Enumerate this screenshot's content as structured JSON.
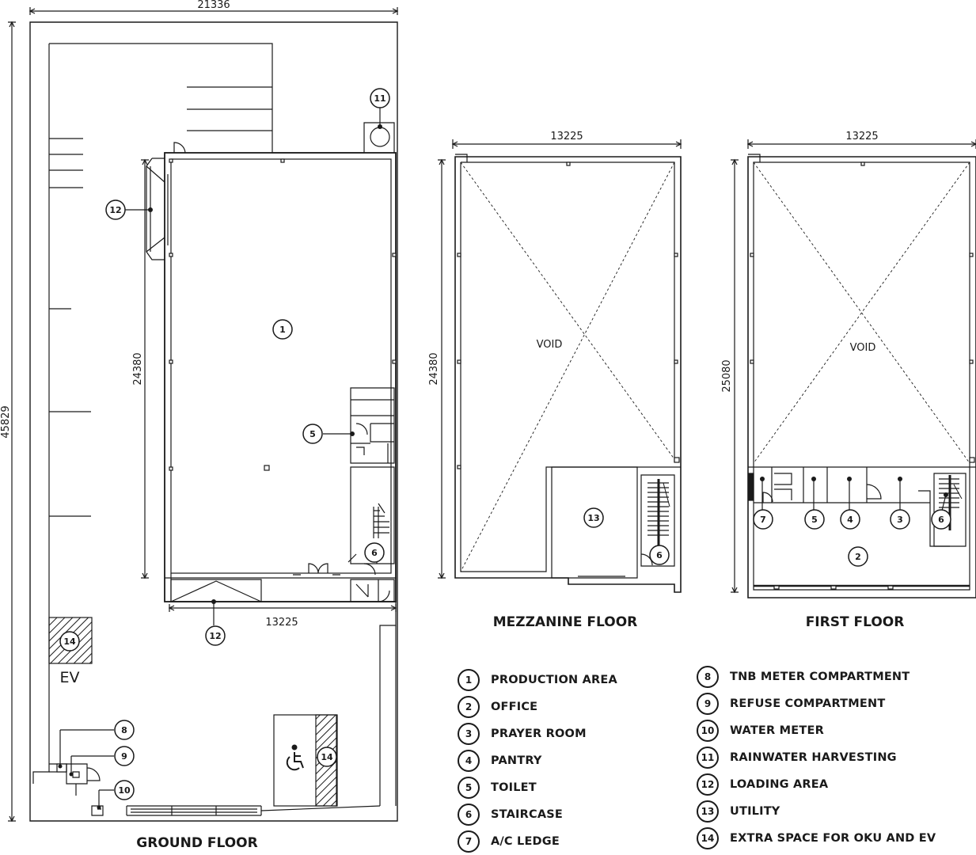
{
  "dimensions": {
    "ground_width": "21336",
    "ground_length": "45829",
    "ground_inner_length": "24380",
    "ground_bottom_width": "13225",
    "mezz_width": "13225",
    "mezz_length": "24380",
    "first_width": "13225",
    "first_length": "25080"
  },
  "floors": {
    "ground": "GROUND FLOOR",
    "mezzanine": "MEZZANINE FLOOR",
    "first": "FIRST FLOOR"
  },
  "labels": {
    "void": "VOID",
    "ev": "EV"
  },
  "tags": {
    "t1": "1",
    "t2": "2",
    "t3": "3",
    "t4": "4",
    "t5": "5",
    "t6": "6",
    "t7": "7",
    "t8": "8",
    "t9": "9",
    "t10": "10",
    "t11": "11",
    "t12": "12",
    "t13": "13",
    "t14": "14"
  },
  "legend": [
    {
      "num": "1",
      "label": "PRODUCTION AREA"
    },
    {
      "num": "2",
      "label": "OFFICE"
    },
    {
      "num": "3",
      "label": "PRAYER ROOM"
    },
    {
      "num": "4",
      "label": "PANTRY"
    },
    {
      "num": "5",
      "label": "TOILET"
    },
    {
      "num": "6",
      "label": "STAIRCASE"
    },
    {
      "num": "7",
      "label": "A/C LEDGE"
    },
    {
      "num": "8",
      "label": "TNB METER COMPARTMENT"
    },
    {
      "num": "9",
      "label": "REFUSE COMPARTMENT"
    },
    {
      "num": "10",
      "label": "WATER METER"
    },
    {
      "num": "11",
      "label": "RAINWATER HARVESTING"
    },
    {
      "num": "12",
      "label": "LOADING AREA"
    },
    {
      "num": "13",
      "label": "UTILITY"
    },
    {
      "num": "14",
      "label": "EXTRA SPACE FOR OKU AND EV"
    }
  ],
  "icons": {
    "wheelchair": "wheelchair-icon",
    "arrow": "arrow-icon"
  }
}
